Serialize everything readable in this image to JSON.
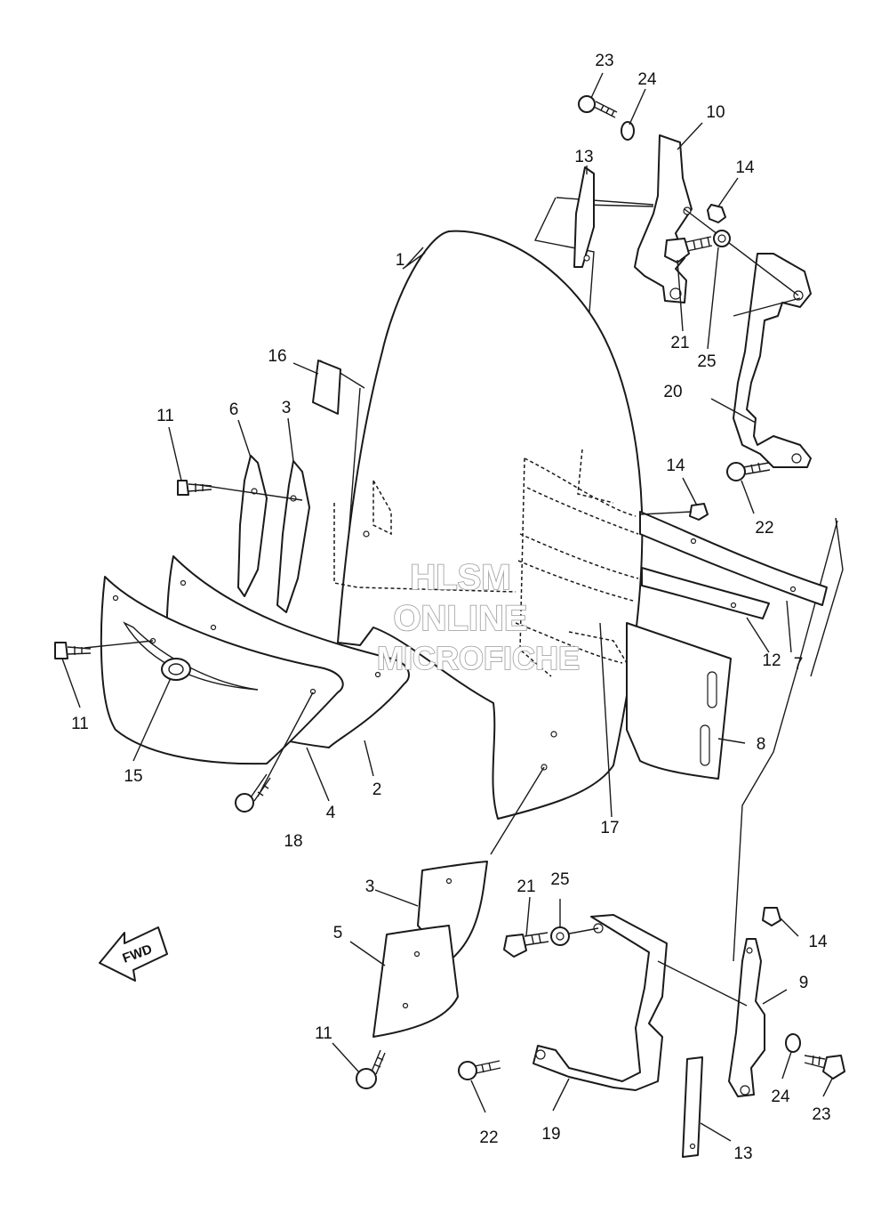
{
  "callouts": [
    {
      "id": "c23a",
      "label": "23"
    },
    {
      "id": "c24a",
      "label": "24"
    },
    {
      "id": "c10",
      "label": "10"
    },
    {
      "id": "c13a",
      "label": "13"
    },
    {
      "id": "c14a",
      "label": "14"
    },
    {
      "id": "c1",
      "label": "1"
    },
    {
      "id": "c21a",
      "label": "21"
    },
    {
      "id": "c25a",
      "label": "25"
    },
    {
      "id": "c16",
      "label": "16"
    },
    {
      "id": "c20",
      "label": "20"
    },
    {
      "id": "c11a",
      "label": "11"
    },
    {
      "id": "c6",
      "label": "6"
    },
    {
      "id": "c3a",
      "label": "3"
    },
    {
      "id": "c14b",
      "label": "14"
    },
    {
      "id": "c22a",
      "label": "22"
    },
    {
      "id": "c7",
      "label": "7"
    },
    {
      "id": "c12",
      "label": "12"
    },
    {
      "id": "c11b",
      "label": "11"
    },
    {
      "id": "c8",
      "label": "8"
    },
    {
      "id": "c15",
      "label": "15"
    },
    {
      "id": "c4",
      "label": "4"
    },
    {
      "id": "c2",
      "label": "2"
    },
    {
      "id": "c17",
      "label": "17"
    },
    {
      "id": "c18",
      "label": "18"
    },
    {
      "id": "c3b",
      "label": "3"
    },
    {
      "id": "c21b",
      "label": "21"
    },
    {
      "id": "c25b",
      "label": "25"
    },
    {
      "id": "c5",
      "label": "5"
    },
    {
      "id": "c14c",
      "label": "14"
    },
    {
      "id": "c9",
      "label": "9"
    },
    {
      "id": "c11c",
      "label": "11"
    },
    {
      "id": "c24b",
      "label": "24"
    },
    {
      "id": "c23b",
      "label": "23"
    },
    {
      "id": "c22b",
      "label": "22"
    },
    {
      "id": "c19",
      "label": "19"
    },
    {
      "id": "c13b",
      "label": "13"
    }
  ],
  "watermark": {
    "line1": "HLSM",
    "line2": "ONLINE",
    "line3": "MICROFICHE"
  },
  "fwd_label": "FWD"
}
